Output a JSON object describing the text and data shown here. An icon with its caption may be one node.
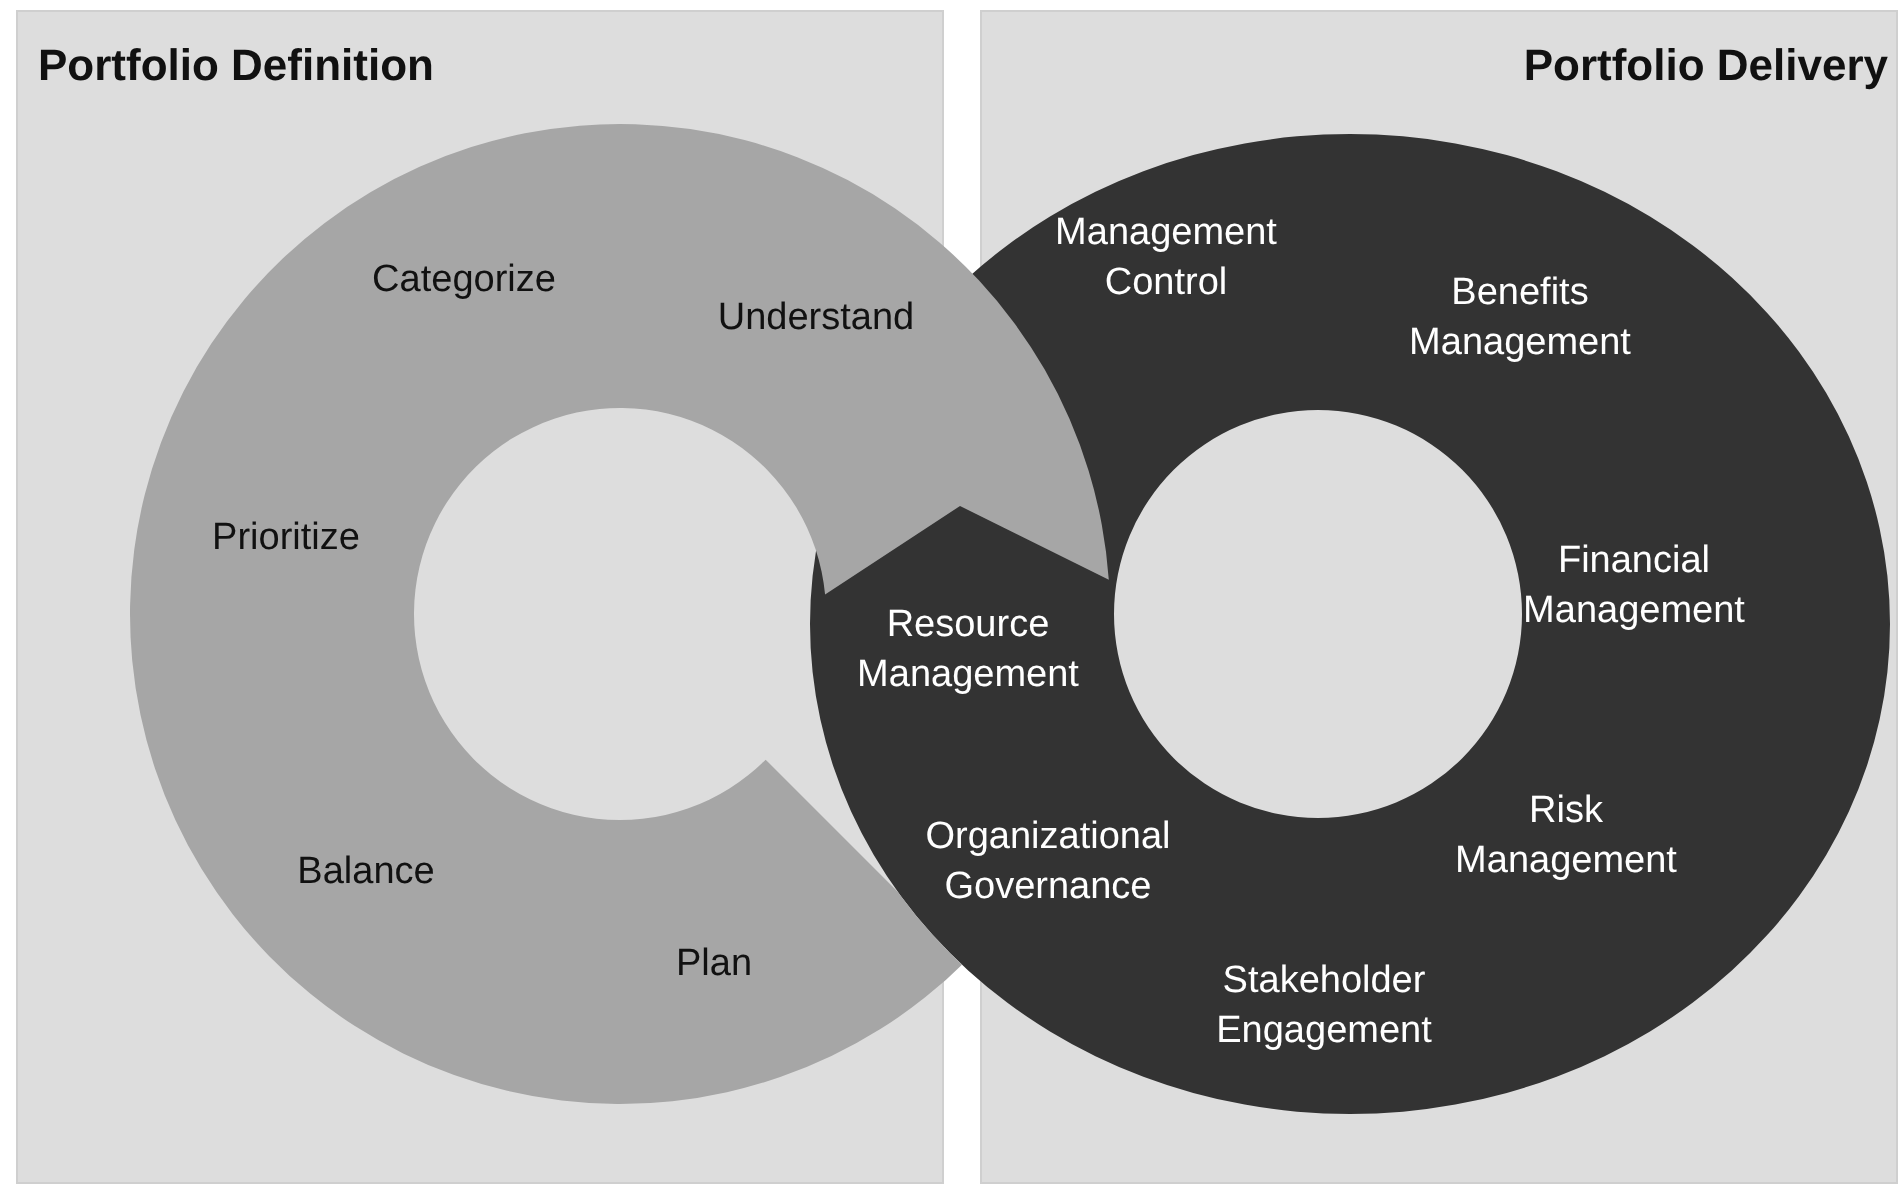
{
  "diagram": {
    "nodes": [
      {
        "text": [
          "Portfolio Definition"
        ]
      },
      {
        "text": [
          "Portfolio Delivery"
        ]
      },
      {
        "text": [
          "Categorize",
          "Understand",
          "Prioritize",
          "Balance",
          "Plan"
        ]
      },
      {
        "text": [
          "Management Control",
          "Benefits Management",
          "Financial Management",
          "Risk Management",
          "Stakeholder Engagement",
          "Resource Management",
          "Organizational Governance"
        ]
      }
    ],
    "edges": []
  }
}
